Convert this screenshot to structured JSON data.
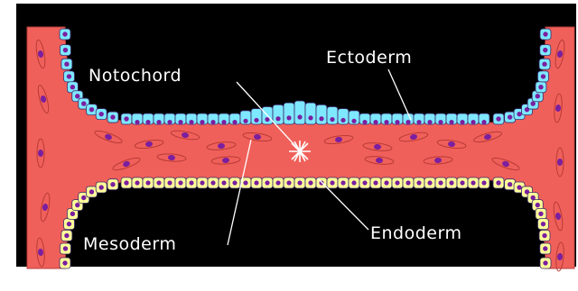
{
  "diagram": {
    "labels": {
      "notochord": "Notochord",
      "ectoderm": "Ectoderm",
      "mesoderm": "Mesoderm",
      "endoderm": "Endoderm"
    },
    "colors": {
      "background": "#000000",
      "page_margin": "#ffffff",
      "mesoderm_fill": "#f0605a",
      "ectoderm_cell_fill": "#7ee8ff",
      "endoderm_cell_fill": "#ffff99",
      "nucleus": "#7a1fa0",
      "label_text": "#ffffff"
    }
  }
}
